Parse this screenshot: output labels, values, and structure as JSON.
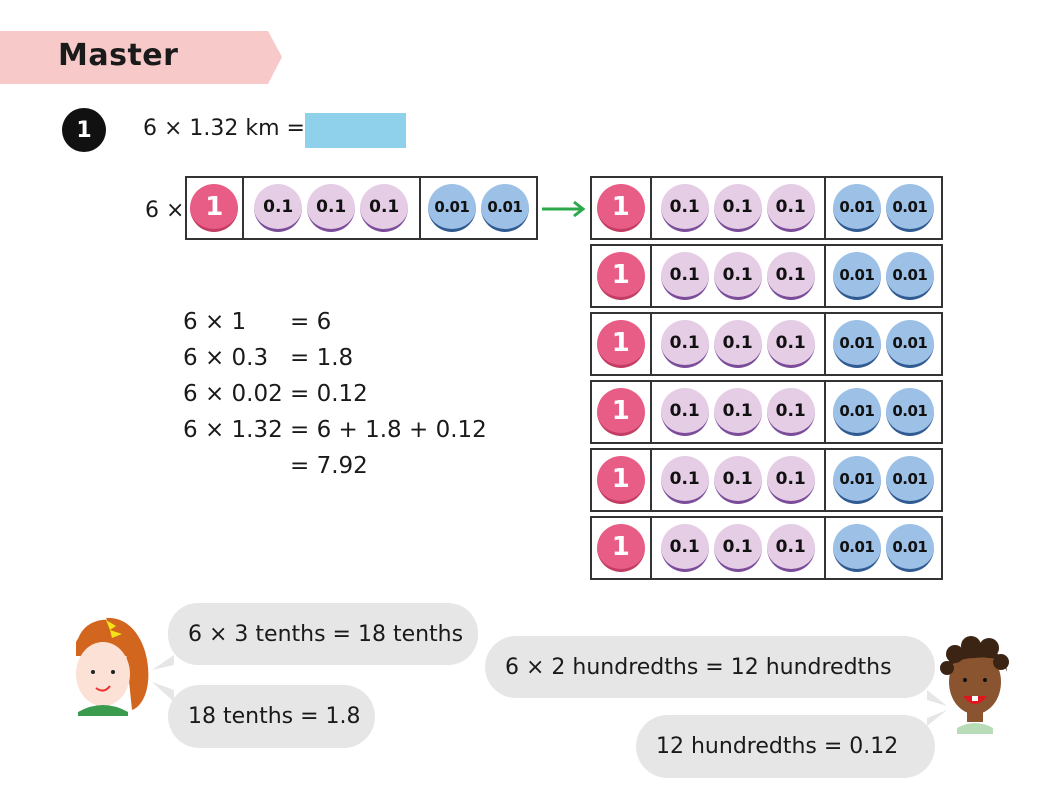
{
  "header": {
    "title": "Master"
  },
  "question": {
    "number": "1",
    "text": "6 × 1.32 km ="
  },
  "model": {
    "multiplier_label": "6 ×",
    "ones": [
      "1"
    ],
    "tenths": [
      "0.1",
      "0.1",
      "0.1"
    ],
    "hundredths": [
      "0.01",
      "0.01"
    ],
    "repeat_rows": 6
  },
  "working": [
    {
      "left": "6 × 1",
      "right": "= 6"
    },
    {
      "left": "6 × 0.3",
      "right": "= 1.8"
    },
    {
      "left": "6 × 0.02",
      "right": "= 0.12"
    },
    {
      "left": "6 × 1.32",
      "right": "= 6 + 1.8 + 0.12"
    },
    {
      "left": "",
      "right": "= 7.92"
    }
  ],
  "speech": {
    "girl_1": "6 × 3 tenths = 18 tenths",
    "girl_2": "18 tenths = 1.8",
    "boy_1": "6 × 2 hundredths = 12 hundredths",
    "boy_2": "12 hundredths = 0.12"
  },
  "colors": {
    "banner": "#f7c9c9",
    "answer_box": "#8fd0ea",
    "one": "#e85d86",
    "tenth": "#e5cde6",
    "hundredth": "#9cc0e6",
    "arrow": "#2aa84a"
  }
}
